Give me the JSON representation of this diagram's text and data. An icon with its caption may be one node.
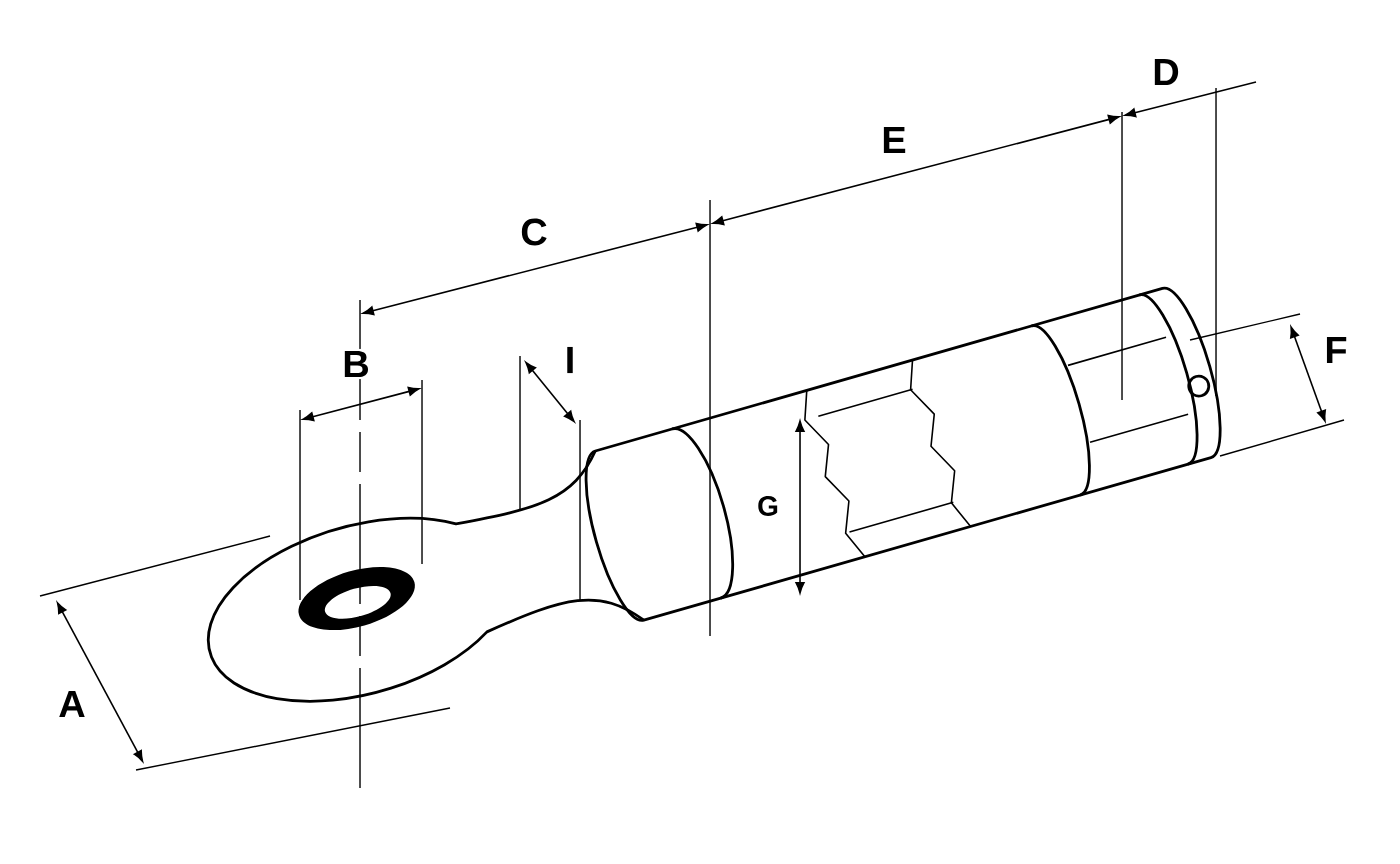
{
  "diagram": {
    "labels": [
      "D",
      "E",
      "C",
      "I",
      "B",
      "F",
      "G",
      "A"
    ]
  }
}
